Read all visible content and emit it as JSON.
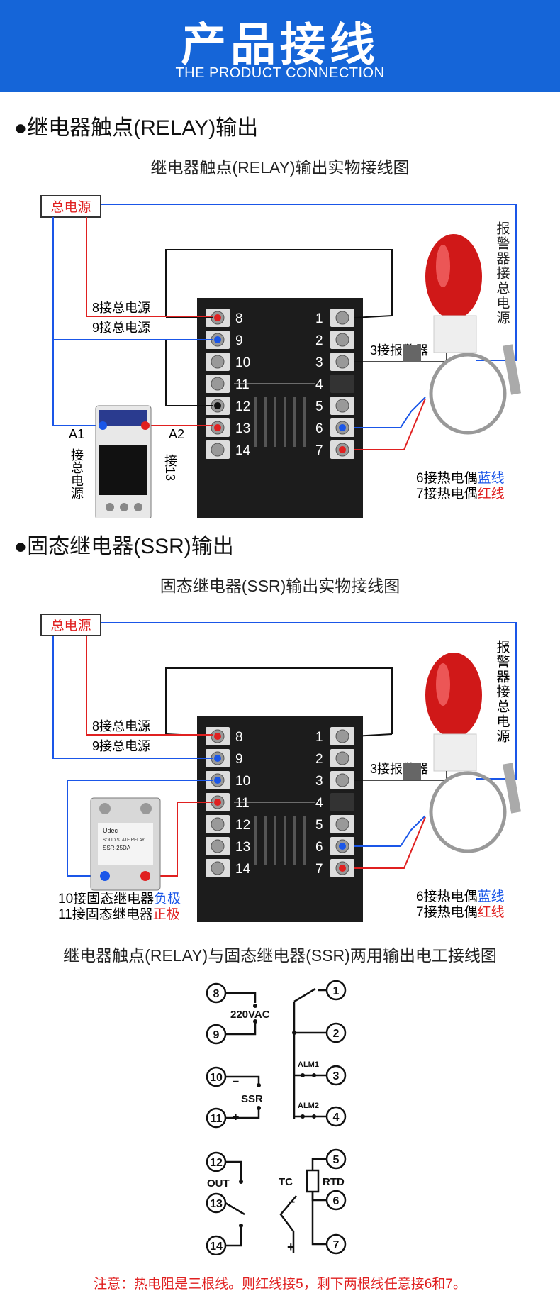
{
  "header": {
    "title": "产品接线",
    "subtitle": "THE PRODUCT CONNECTION"
  },
  "relay": {
    "section_title": "●继电器触点(RELAY)输出",
    "diagram_title": "继电器触点(RELAY)输出实物接线图",
    "power_label": "总电源",
    "alarm_power_label": "报警器接总电源",
    "wire8": "8接总电源",
    "wire9": "9接总电源",
    "wire3": "3接报警器",
    "a1_label": "A1",
    "a1_sub": "接总电源",
    "a2_label": "A2",
    "a2_sub": "接13",
    "tc6_prefix": "6接热电偶",
    "tc6_color": "蓝线",
    "tc7_prefix": "7接热电偶",
    "tc7_color": "红线",
    "left_terms": [
      "8",
      "9",
      "10",
      "11",
      "12",
      "13",
      "14"
    ],
    "right_terms": [
      "1",
      "2",
      "3",
      "4",
      "5",
      "6",
      "7"
    ]
  },
  "ssr": {
    "section_title": "●固态继电器(SSR)输出",
    "diagram_title": "固态继电器(SSR)输出实物接线图",
    "power_label": "总电源",
    "alarm_power_label": "报警器接总电源",
    "wire8": "8接总电源",
    "wire9": "9接总电源",
    "wire3": "3接报警器",
    "neg_prefix": "10接固态继电器",
    "neg_word": "负极",
    "pos_prefix": "11接固态继电器",
    "pos_word": "正极",
    "tc6_prefix": "6接热电偶",
    "tc6_color": "蓝线",
    "tc7_prefix": "7接热电偶",
    "tc7_color": "红线",
    "ssr_brand": "Udec",
    "ssr_model": "SSR-25DA",
    "ssr_label": "SOLID STATE RELAY",
    "left_terms": [
      "8",
      "9",
      "10",
      "11",
      "12",
      "13",
      "14"
    ],
    "right_terms": [
      "1",
      "2",
      "3",
      "4",
      "5",
      "6",
      "7"
    ]
  },
  "schematic": {
    "title": "继电器触点(RELAY)与固态继电器(SSR)两用输出电工接线图",
    "vac": "220VAC",
    "ssr": "SSR",
    "out": "OUT",
    "tc": "TC",
    "rtd": "RTD",
    "alm1": "ALM1",
    "alm2": "ALM2",
    "minus": "−",
    "plus": "+",
    "nums": [
      "8",
      "9",
      "10",
      "11",
      "12",
      "13",
      "14",
      "1",
      "2",
      "3",
      "4",
      "5",
      "6",
      "7"
    ]
  },
  "footnote": "注意：热电阻是三根线。则红线接5，剩下两根线任意接6和7。",
  "colors": {
    "banner": "#1565d8",
    "red": "#e02020",
    "blue": "#1a56e8",
    "panel": "#1c1c1c"
  }
}
